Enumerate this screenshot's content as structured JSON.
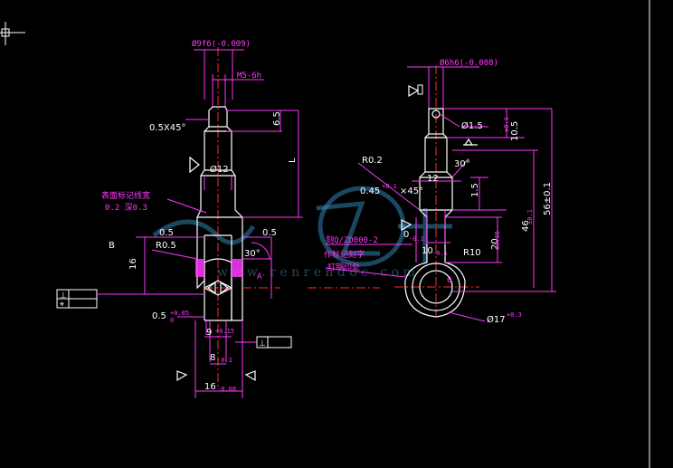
{
  "colors": {
    "background": "#000000",
    "dimension": "#ff38ff",
    "outline": "#ffffff",
    "centerline": "#ff2b2b",
    "watermark": "#3aa0d8"
  },
  "cursor": {
    "icon": "crosshair-cursor-icon"
  },
  "left_view": {
    "dia_top": "Ø9f6(-0.009)",
    "thread": "M5-6h",
    "chamfer": "0.5X45°",
    "len_6_5": "6.5",
    "len_L": "L",
    "dia_12": "Ø12",
    "note_line1": "表面标记线宽",
    "note_line2": "0.2  深0.3",
    "r_0_5a": "0.5",
    "r_0_5b": "R0.5",
    "label_B": "B",
    "len_16": "16",
    "ang_30": "30°",
    "r_0_5c": "0.5",
    "tol_a": "0.5",
    "tol_a_sup": "+0.05",
    "tol_a_sub": "0",
    "dim_9": "9",
    "dim_9_tol": "+0.15",
    "dim_8": "8",
    "dim_8_tol": "-0.1",
    "dim_16": "16",
    "dim_16_tol": "-0.08",
    "frame_left1": "⊥",
    "frame_left2": "⌖",
    "frame_bottom": "⊥",
    "flag_A": "A"
  },
  "right_view": {
    "dia_top": "Ø6h6(-0.008)",
    "dia_1_5": "Ø1.5",
    "len_10_5": "10.5",
    "len_10_5_tol": "±0.1",
    "len_56": "56±0.1",
    "len_46": "46",
    "len_46_tol": "±0.1",
    "r_0_2": "R0.2",
    "ang_30": "30°",
    "dim_12": "12",
    "chamfer": "0.45",
    "chamfer_tol": "+0.1",
    "chamfer_suffix": "×45°",
    "dim_1_5": "1.5",
    "dim_0": "0",
    "dim_0_tol": "-0.1",
    "dim_10": "10",
    "dim_10_tol": "-0.1",
    "r_10": "R10",
    "dim_20": "20",
    "dim_20_tol": "±0.05",
    "note1": "刻Q/ZD000-2",
    "note2": "作标记刻字",
    "note3": "打钢印处",
    "dia_17": "Ø17",
    "dia_17_tol": "+0.3",
    "ring_label": "0"
  }
}
